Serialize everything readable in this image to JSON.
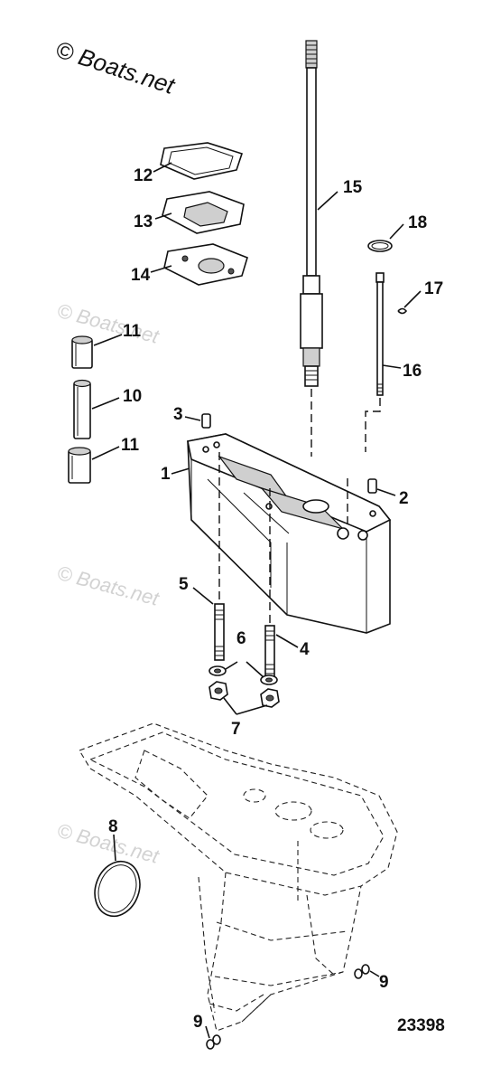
{
  "watermark": {
    "main": "© Boats.net",
    "repeat": "© Boats.net"
  },
  "figure_number": "23398",
  "callouts": {
    "c1": "1",
    "c2": "2",
    "c3": "3",
    "c4": "4",
    "c5": "5",
    "c6": "6",
    "c7": "7",
    "c8": "8",
    "c9a": "9",
    "c9b": "9",
    "c10": "10",
    "c11a": "11",
    "c11b": "11",
    "c12": "12",
    "c13": "13",
    "c14": "14",
    "c15": "15",
    "c16": "16",
    "c17": "17",
    "c18": "18"
  }
}
